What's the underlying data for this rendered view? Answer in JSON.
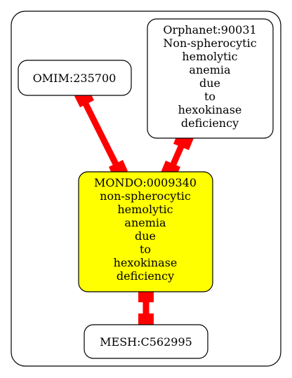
{
  "nodes": {
    "omim": {
      "lines": [
        "OMIM:235700"
      ],
      "fill": "#ffffff"
    },
    "orphanet": {
      "lines": [
        "Orphanet:90031",
        "Non-spherocytic",
        "hemolytic",
        "anemia",
        "due",
        "to",
        "hexokinase",
        "deficiency"
      ],
      "fill": "#ffffff"
    },
    "mondo": {
      "lines": [
        "MONDO:0009340",
        "non-spherocytic",
        "hemolytic",
        "anemia",
        "due",
        "to",
        "hexokinase",
        "deficiency"
      ],
      "fill": "#ffff00"
    },
    "mesh": {
      "lines": [
        "MESH:C562995"
      ],
      "fill": "#ffffff"
    }
  },
  "edge_color": "#ff0000"
}
